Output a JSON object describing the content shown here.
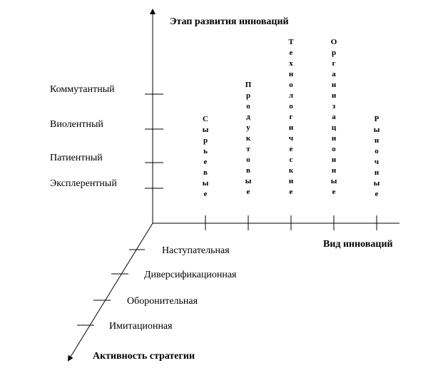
{
  "axes": {
    "y_title": "Этап развития инноваций",
    "x_title": "Вид инноваций",
    "z_title": "Активность стратегии"
  },
  "y_levels": [
    "Коммутантный",
    "Виолентный",
    "Патиентный",
    "Эксплерентный"
  ],
  "x_categories": [
    "Сырьевые",
    "Продуктовые",
    "Технологические",
    "Организационные",
    "Рыночные"
  ],
  "z_levels": [
    "Наступательная",
    "Диверсификационная",
    "Оборонительная",
    "Имитационная"
  ]
}
